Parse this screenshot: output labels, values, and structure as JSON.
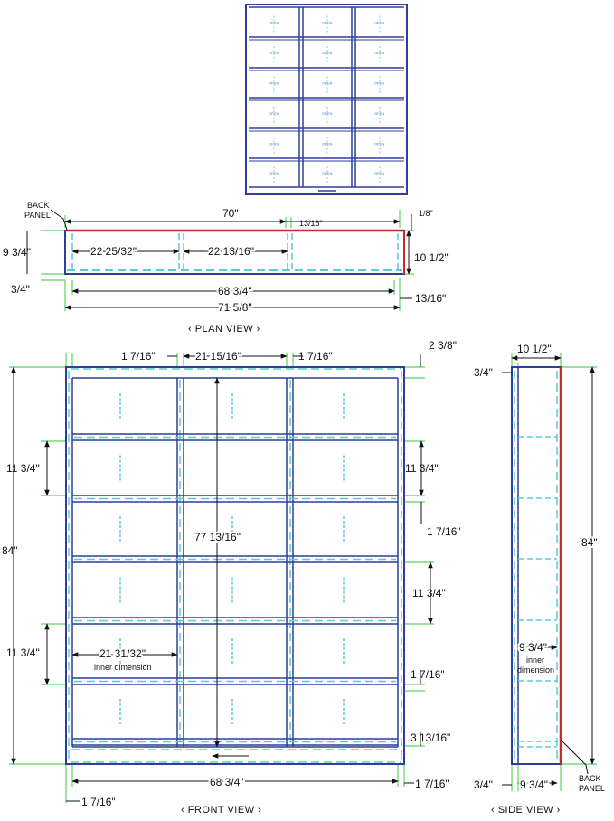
{
  "top_view": {
    "compartment_label": "OPEN"
  },
  "plan_view": {
    "title": "‹ PLAN VIEW ›",
    "back_panel_label": [
      "BACK",
      "PANEL"
    ],
    "dims": {
      "overall_top": "70\"",
      "top_gap": "13/16\"",
      "top_right": "1/8\"",
      "left_depth": "9 3/4\"",
      "compartment_1": "22 25/32\"",
      "compartment_2": "22 13/16\"",
      "right_depth": "10 1/2\"",
      "left_bottom": "3/4\"",
      "inner_width": "68 3/4\"",
      "right_bottom": "13/16\"",
      "overall_bottom": "71 5/8\""
    }
  },
  "front_view": {
    "title": "‹ FRONT VIEW ›",
    "dims": {
      "top_left_stile": "1 7/16\"",
      "top_middle": "21 15/16\"",
      "top_right_stile": "1 7/16\"",
      "top_rail": "2 3/8\"",
      "overall_height": "84\"",
      "left_cell_1": "11 3/4\"",
      "right_cell_1": "11 3/4\"",
      "center_height": "77 13/16\"",
      "right_shelf": "1 7/16\"",
      "right_cell_2": "11 3/4\"",
      "left_cell_2": "11 3/4\"",
      "cell_width": "21 31/32\"",
      "cell_width_note": "inner dimension",
      "right_shelf_2": "1 7/16\"",
      "bottom_rail": "3 13/16\"",
      "bottom_width": "68 3/4\"",
      "bottom_right": "1 7/16\"",
      "bottom_left": "1 7/16\""
    }
  },
  "side_view": {
    "title": "‹ SIDE VIEW ›",
    "back_panel_label": [
      "BACK",
      "PANEL"
    ],
    "dims": {
      "top_depth": "10 1/2\"",
      "top_left": "3/4\"",
      "height": "84\"",
      "inner_depth": "9 3/4\"",
      "inner_note": [
        "inner",
        "dimension"
      ],
      "bottom_left": "3/4\"",
      "bottom_depth": "9 3/4\""
    }
  },
  "colors": {
    "cabinet_outline": "#2e3e9a",
    "shelf_hidden": "#5ec8d8",
    "dimension_line": "#111111",
    "extension_line": "#5cd45c",
    "back_panel": "#cc2a2a"
  }
}
